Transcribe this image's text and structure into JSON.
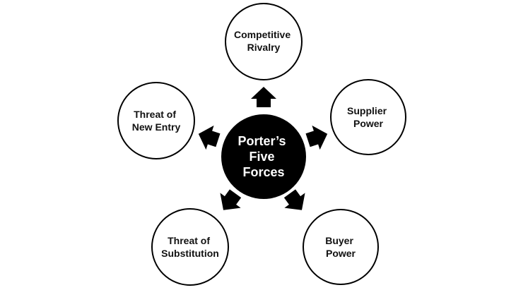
{
  "center": {
    "lines": [
      "Porter’s",
      "Five",
      "Forces"
    ]
  },
  "forces": [
    {
      "lines": [
        "Competitive",
        "Rivalry"
      ]
    },
    {
      "lines": [
        "Supplier",
        "Power"
      ]
    },
    {
      "lines": [
        "Buyer",
        "Power"
      ]
    },
    {
      "lines": [
        "Threat of",
        "Substitution"
      ]
    },
    {
      "lines": [
        "Threat of",
        "New Entry"
      ]
    }
  ]
}
